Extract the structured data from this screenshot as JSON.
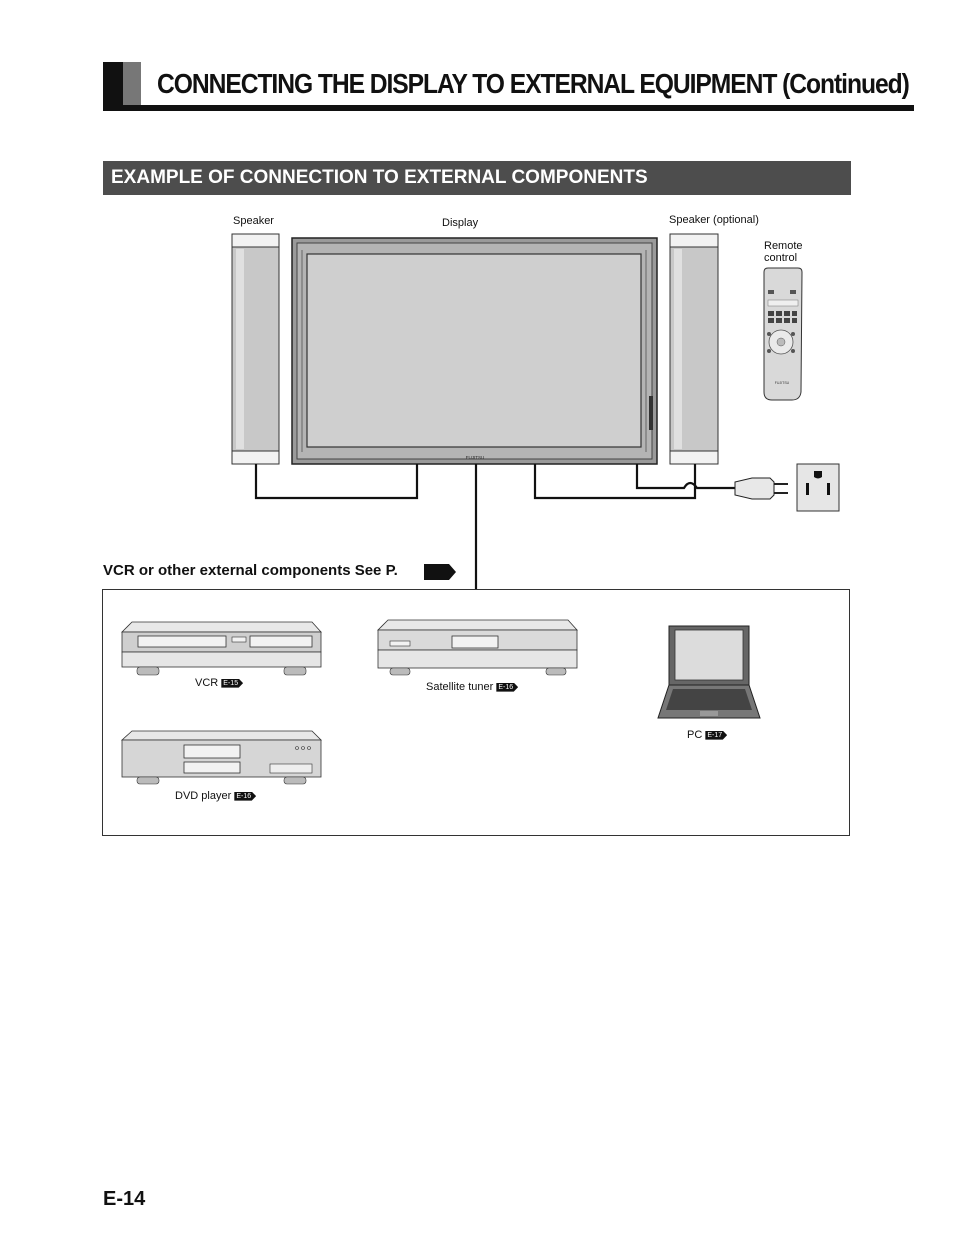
{
  "header": {
    "title": "CONNECTING THE DISPLAY TO EXTERNAL EQUIPMENT (Continued)"
  },
  "section": {
    "title": "EXAMPLE OF CONNECTION TO EXTERNAL COMPONENTS"
  },
  "diagram": {
    "speaker_left_label": "Speaker",
    "display_label": "Display",
    "speaker_right_label": "Speaker (optional)",
    "remote_label_line1": "Remote",
    "remote_label_line2": "control",
    "display_brand": "FUJITSU",
    "remote_brand": "FUJITSU",
    "external_note": "VCR or other external components See P.",
    "devices": {
      "vcr": {
        "label": "VCR",
        "page": "E-15"
      },
      "satellite": {
        "label": "Satellite tuner",
        "page": "E-16"
      },
      "pc": {
        "label": "PC",
        "page": "E-17"
      },
      "dvd": {
        "label": "DVD player",
        "page": "E-16"
      }
    }
  },
  "footer": {
    "page_number": "E-14"
  }
}
